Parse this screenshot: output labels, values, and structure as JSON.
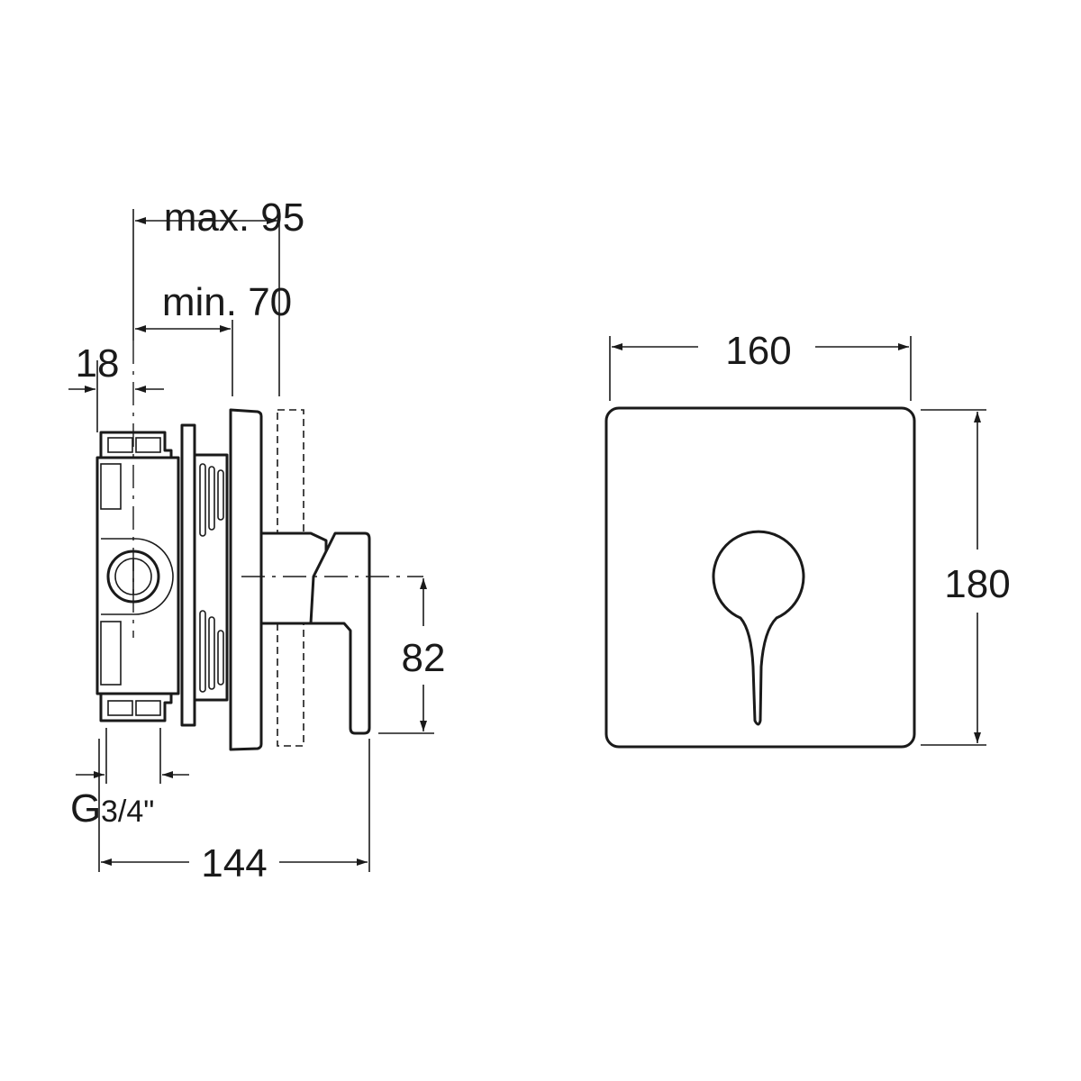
{
  "side_view": {
    "dim_max": "max. 95",
    "dim_min": "min. 70",
    "dim_wall": "18",
    "dim_thread": "G",
    "dim_thread_fraction": "3/4\"",
    "dim_length": "144",
    "dim_handle_offset": "82"
  },
  "front_view": {
    "dim_width": "160",
    "dim_height": "180"
  }
}
